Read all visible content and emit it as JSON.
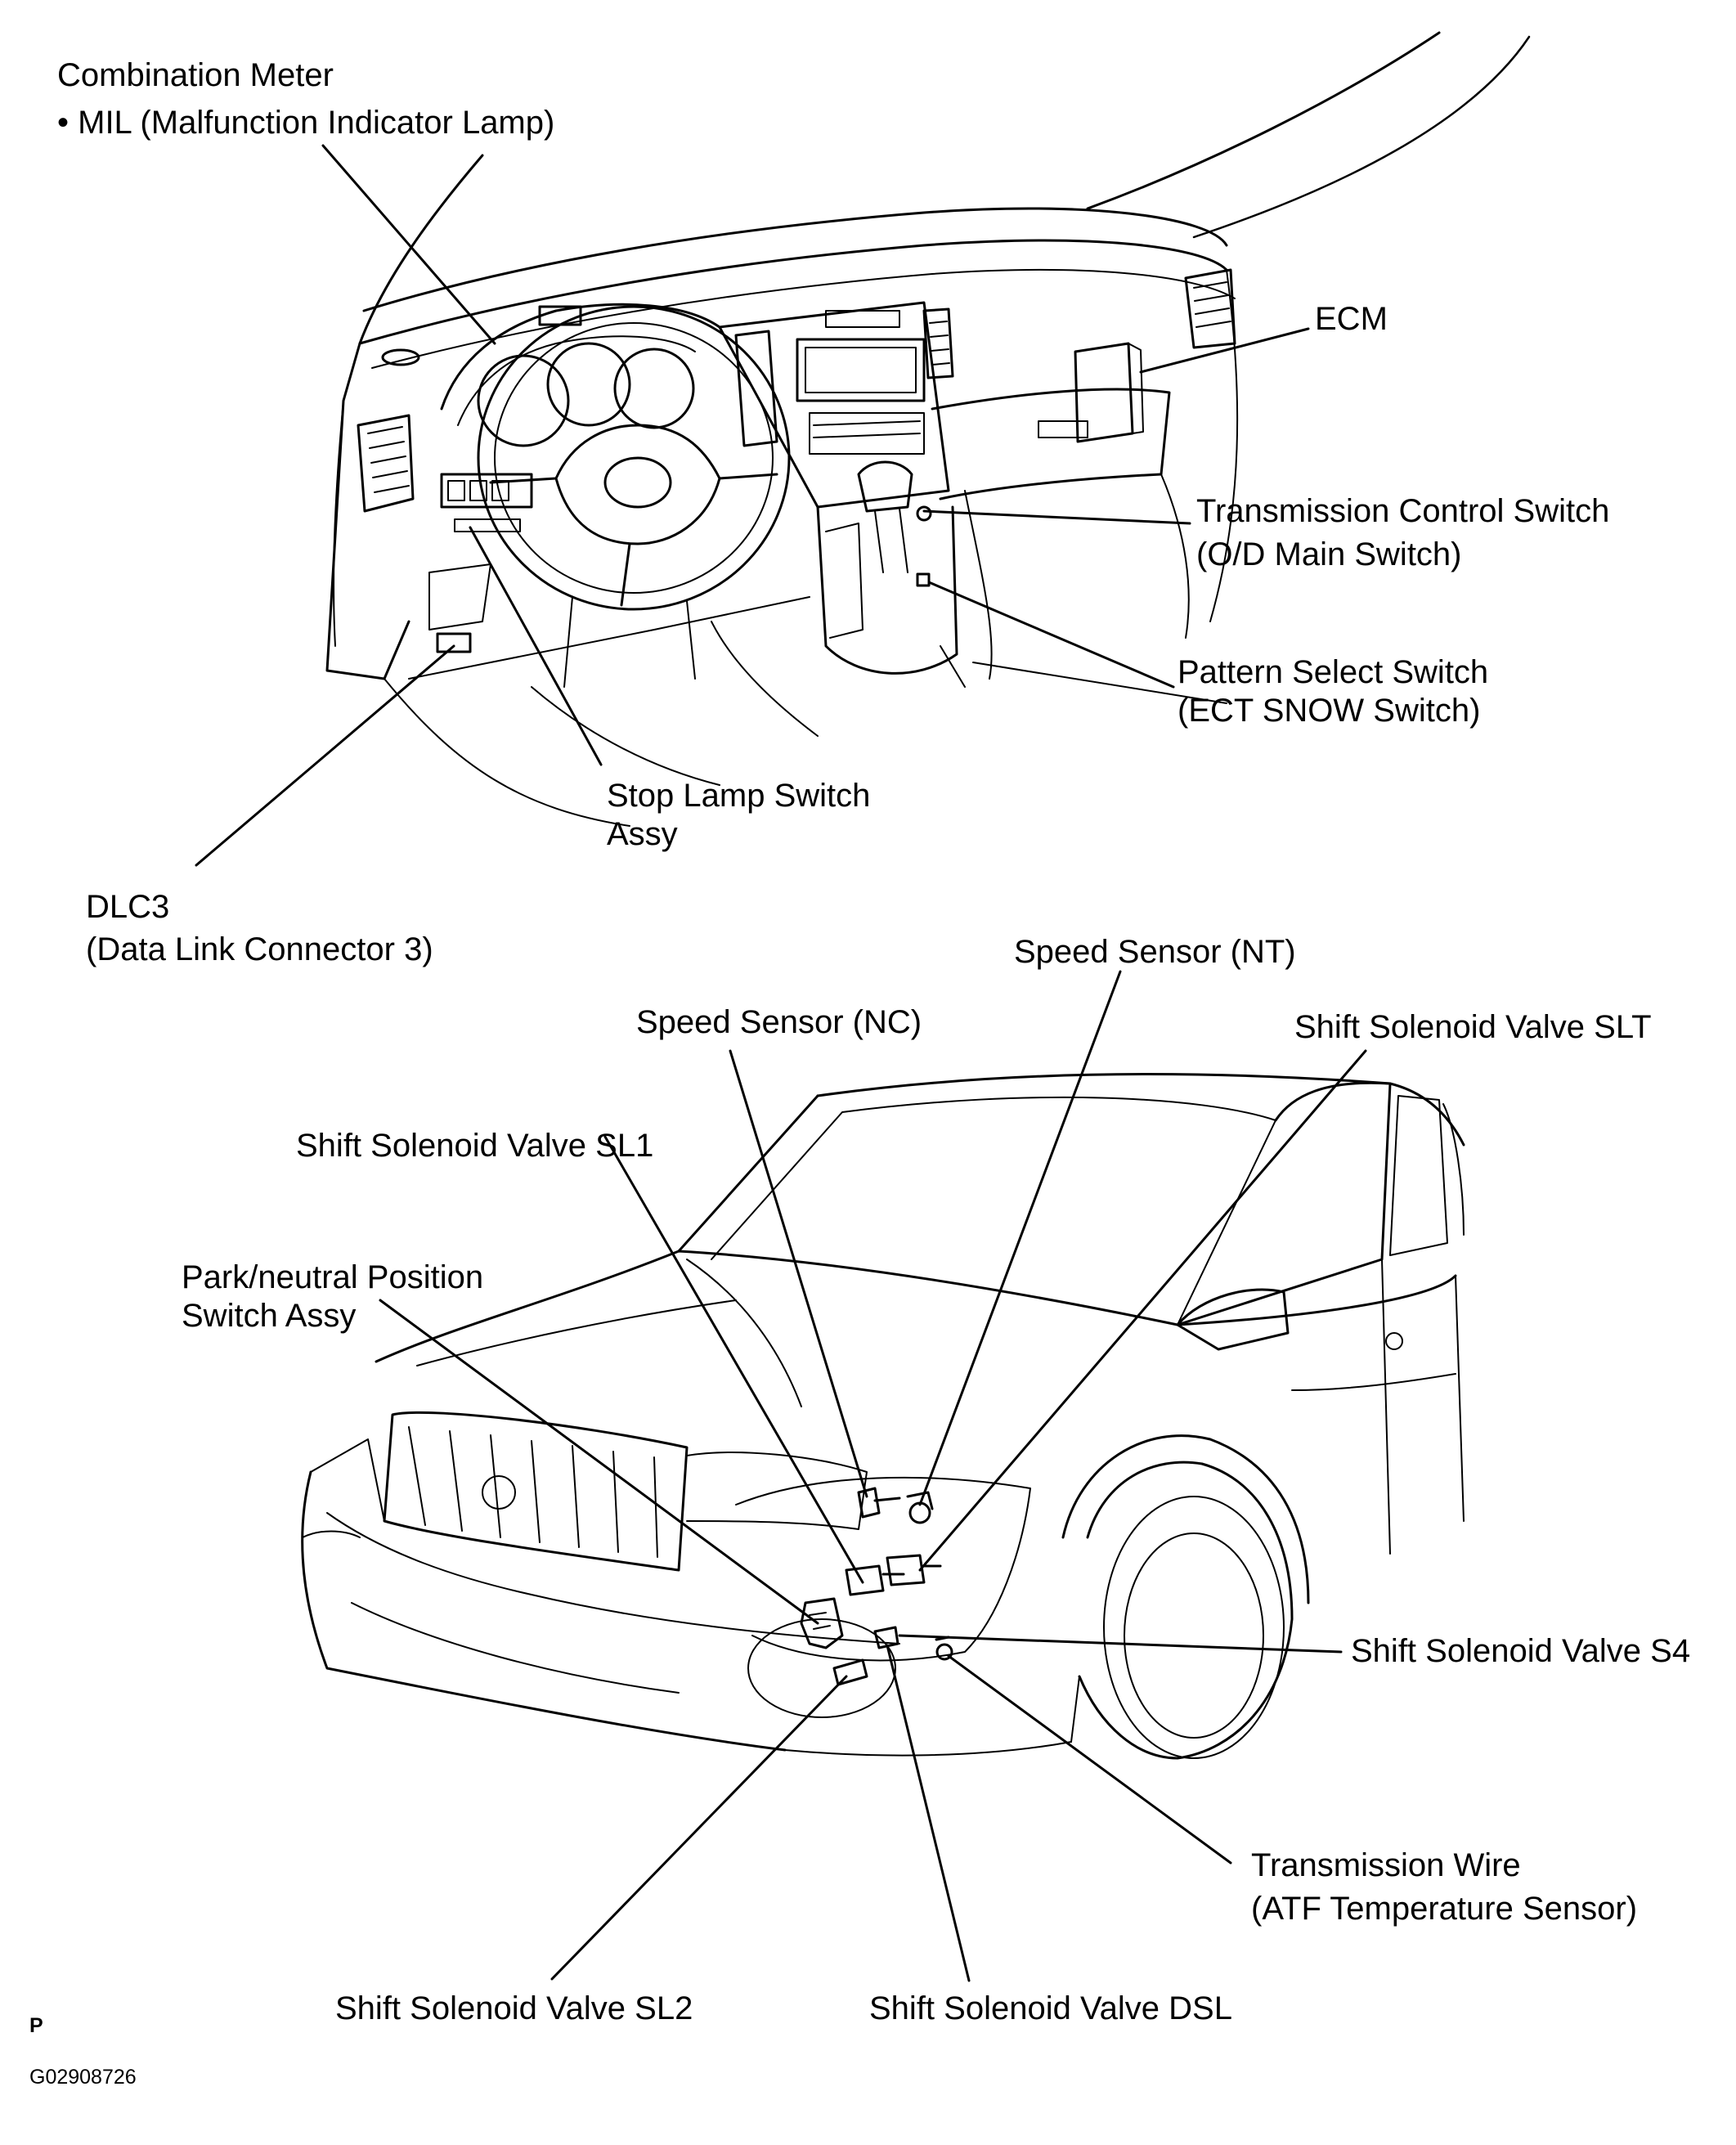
{
  "labels": {
    "combination_meter": "Combination Meter",
    "mil": "• MIL (Malfunction Indicator Lamp)",
    "ecm": "ECM",
    "tcs_1": "Transmission Control Switch",
    "tcs_2": "(O/D Main Switch)",
    "pss_1": "Pattern Select Switch",
    "pss_2": "(ECT SNOW Switch)",
    "stop_1": "Stop Lamp Switch",
    "stop_2": "Assy",
    "dlc_1": "DLC3",
    "dlc_2": "(Data Link Connector 3)",
    "speed_nt": "Speed Sensor (NT)",
    "speed_nc": "Speed Sensor (NC)",
    "slt": "Shift Solenoid Valve SLT",
    "sl1": "Shift Solenoid Valve SL1",
    "park_1": "Park/neutral Position",
    "park_2": "Switch Assy",
    "s4": "Shift Solenoid Valve S4",
    "tw_1": "Transmission Wire",
    "tw_2": "(ATF Temperature Sensor)",
    "sl2": "Shift Solenoid Valve SL2",
    "dsl": "Shift Solenoid Valve DSL"
  },
  "footer": {
    "letter": "P",
    "code": "G02908726"
  },
  "colors": {
    "ink": "#000000",
    "paper": "#ffffff"
  }
}
